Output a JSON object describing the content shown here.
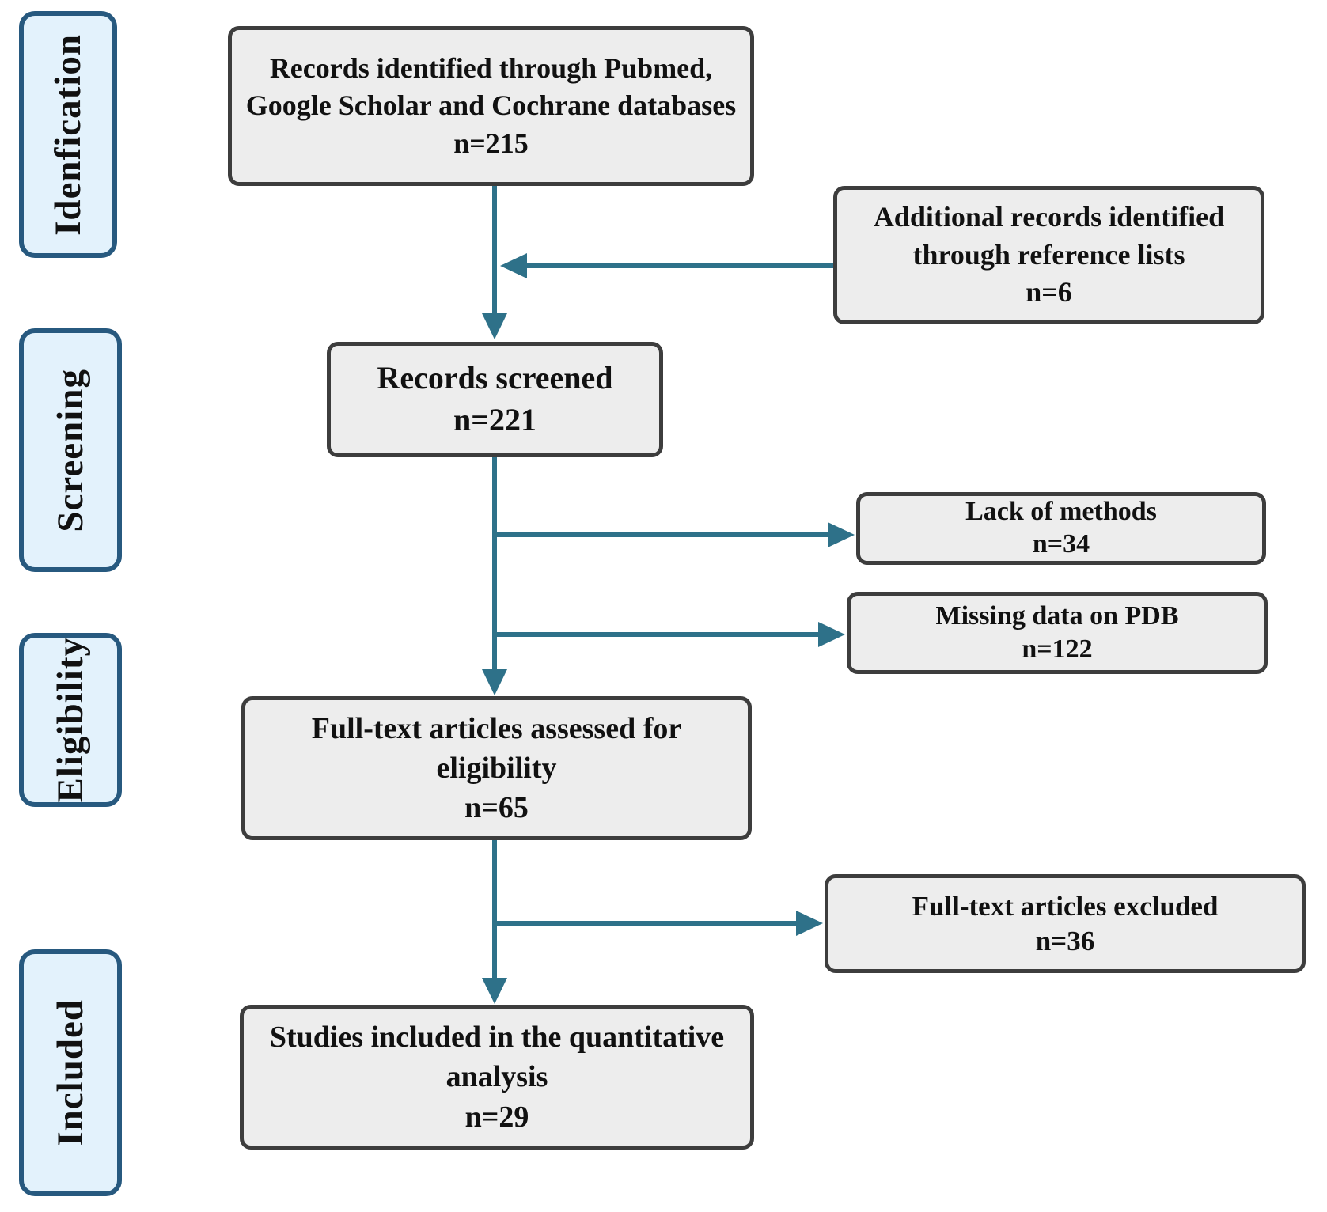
{
  "figure": {
    "type": "prisma-flow-diagram",
    "description": "Study selection flow chart"
  },
  "colors": {
    "stage_fill": "#e3f2fc",
    "stage_border": "#27597f",
    "box_fill": "#ededed",
    "box_border": "#3d3d3d",
    "arrow": "#2e7189",
    "text": "#111111"
  },
  "sidebar": {
    "stages": [
      {
        "label": "Idenfication"
      },
      {
        "label": "Screening"
      },
      {
        "label": "Eligibility"
      },
      {
        "label": "Included"
      }
    ]
  },
  "flow": {
    "boxes": {
      "identified": {
        "label": "Records identified through Pubmed, Google Scholar and Cochrane databases",
        "count": "n=215"
      },
      "additional": {
        "label": "Additional records identified through reference lists",
        "count": "n=6"
      },
      "screened": {
        "label": "Records screened",
        "count": "n=221"
      },
      "lack_methods": {
        "label": "Lack of methods",
        "count": "n=34"
      },
      "missing_pdb": {
        "label": "Missing data on PDB",
        "count": "n=122"
      },
      "fulltext": {
        "label": "Full-text articles assessed for eligibility",
        "count": "n=65"
      },
      "excluded": {
        "label": "Full-text articles excluded",
        "count": "n=36"
      },
      "included": {
        "label": "Studies included in the quantitative analysis",
        "count": "n=29"
      }
    }
  }
}
